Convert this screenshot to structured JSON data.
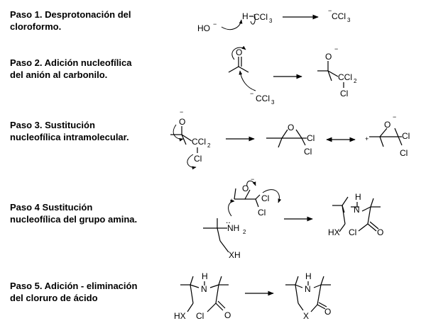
{
  "steps": [
    {
      "label": "Paso 1. Desprotonación del cloroformo."
    },
    {
      "label": "Paso 2. Adición nucleofílica del anión al carbonilo."
    },
    {
      "label": "Paso 3. Sustitución nucleofílica intramolecular."
    },
    {
      "label": "Paso 4 Sustitución nucleofílica del grupo amina."
    },
    {
      "label": "Paso 5. Adición - eliminación del cloruro de ácido"
    }
  ],
  "labels": {
    "hydroxide": "HO",
    "hydrogen": "H",
    "ccl": "CCl",
    "three": "3",
    "two": "2",
    "minus": "−",
    "plus": "+",
    "oxygen": "O",
    "chlorine": "Cl",
    "nh": "NH",
    "n": "N",
    "xh": "XH",
    "hx": "HX",
    "x": "X",
    "dots": ".."
  }
}
